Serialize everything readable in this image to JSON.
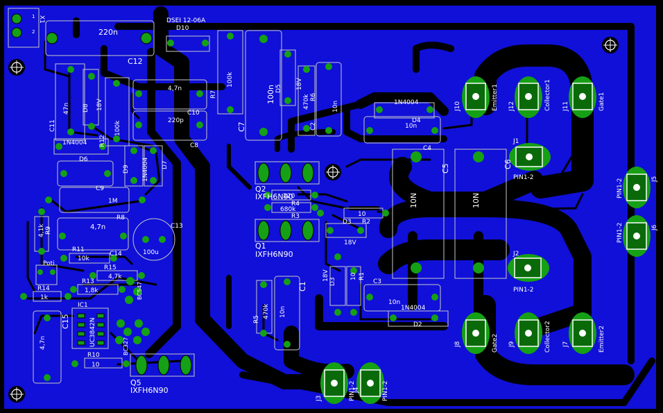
{
  "colors": {
    "background": "#000000",
    "copper_pour": "#1010d8",
    "trace": "#000000",
    "pad": "#15a015",
    "pad_dark": "#0a6a0a",
    "silk": "#ffffff",
    "outline": "#c8c8c8"
  },
  "labels": {
    "x1": "X1",
    "x1_pin1": "1",
    "x1_pin2": "2",
    "c12_val": "220n",
    "c12_name": "C12",
    "dsei": "DSEI 12-06A",
    "d10": "D10",
    "c11": "C11",
    "c11_val": "47n",
    "d8": "D8",
    "d8_val": "18V",
    "r12": "R12",
    "r12_val": "100k",
    "c10_top_val": "4,7n",
    "c10": "C10",
    "c8_val": "220p",
    "c8": "C8",
    "r7": "R7",
    "r7_val": "100k",
    "c7": "C7",
    "c7_val": "100n",
    "d5": "D5",
    "d5_val": "18V",
    "r6": "R6",
    "r6_val": "470k",
    "c2": "C2",
    "c2_val": "10n",
    "d4_top": "1N4004",
    "d4": "D4",
    "c4_val": "10n",
    "c4": "C4",
    "d6_val": "1N4004",
    "d6": "D6",
    "d9": "D9",
    "d7": "D7",
    "d7_val": "1N4004",
    "c9": "C9",
    "r8_val": "1M",
    "r8": "R8",
    "r9": "R9",
    "r9_val": "4,1k",
    "c13": "C13",
    "c13_val": "100u",
    "c14_val": "4,7n",
    "c14": "C14",
    "r11": "R11",
    "r11_val": "10k",
    "r15": "R15",
    "r15_val": "4,7k",
    "r13": "R13",
    "r13_val": "1,8k",
    "r14": "R14",
    "r14_val": "1k",
    "poti": "Poti",
    "ic1": "IC1",
    "ic1_val": "UC3842N",
    "c15": "C15",
    "c15_val": "4,7n",
    "t1": "BC547",
    "t2": "BC327",
    "r10": "R10",
    "r10_val": "10",
    "q5": "Q5",
    "q5_val": "IXFH6N90",
    "q2": "Q2",
    "q2_val": "IXFH6N90",
    "r4_val": "220",
    "r4": "R4",
    "r3_val": "680k",
    "r3": "R3",
    "q1": "Q1",
    "q1_val": "IXFH6N90",
    "r2_val": "10",
    "r2": "R2",
    "d3": "D3",
    "d3_val": "18V",
    "r5": "R5",
    "r5_val": "470k",
    "c1": "C1",
    "c1_val": "10n",
    "d_mid": "D3",
    "d_mid_val": "18V",
    "r1": "R1",
    "r1_val": "10",
    "c3": "C3",
    "c3_val": "10n",
    "d2_top": "1N4004",
    "d2": "D2",
    "c5": "C5",
    "c5_val": "10N",
    "c6": "C6",
    "c6_val": "10N",
    "j10": "J10",
    "j10_name": "Emitter1",
    "j12": "J12",
    "j12_name": "Collector1",
    "j11": "J11",
    "j11_name": "Gate1",
    "j1": "J1",
    "j1_val": "PIN1-2",
    "j2": "J2",
    "j2_val": "PIN1-2",
    "j8": "J8",
    "j8_name": "Gate2",
    "j9": "J9",
    "j9_name": "Collector2",
    "j7": "J7",
    "j7_name": "Emitter2",
    "j5": "J5",
    "j5_val": "PIN1-2",
    "j6": "J6",
    "j6_val": "PIN1-2",
    "j3": "J3",
    "j4": "J4",
    "j3_val": "PIN1-2",
    "j4_val": "PIN1-2"
  }
}
